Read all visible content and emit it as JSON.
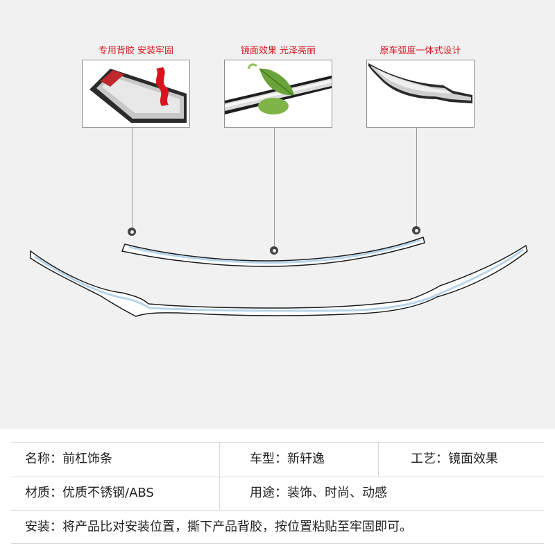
{
  "callouts": [
    {
      "title": "专用背胶 安装牢固",
      "image": "adhesive-backing-closeup"
    },
    {
      "title": "镜面效果 光泽亮丽",
      "image": "mirror-reflection-leaf-closeup"
    },
    {
      "title": "原车弧度一体式设计",
      "image": "curved-end-closeup"
    }
  ],
  "colors": {
    "accent_red": "#d5141b",
    "background_gray": "#f1f1f1",
    "border_gray": "#d9d9d9",
    "text": "#222222"
  },
  "specs": {
    "name": "名称：前杠饰条",
    "model": "车型：新轩逸",
    "craft": "工艺：镜面效果",
    "material": "材质：优质不锈钢/ABS",
    "usage": "用途：装饰、时尚、动感",
    "install": "安装：将产品比对安装位置，撕下产品背胶，按位置粘贴至牢固即可。"
  }
}
